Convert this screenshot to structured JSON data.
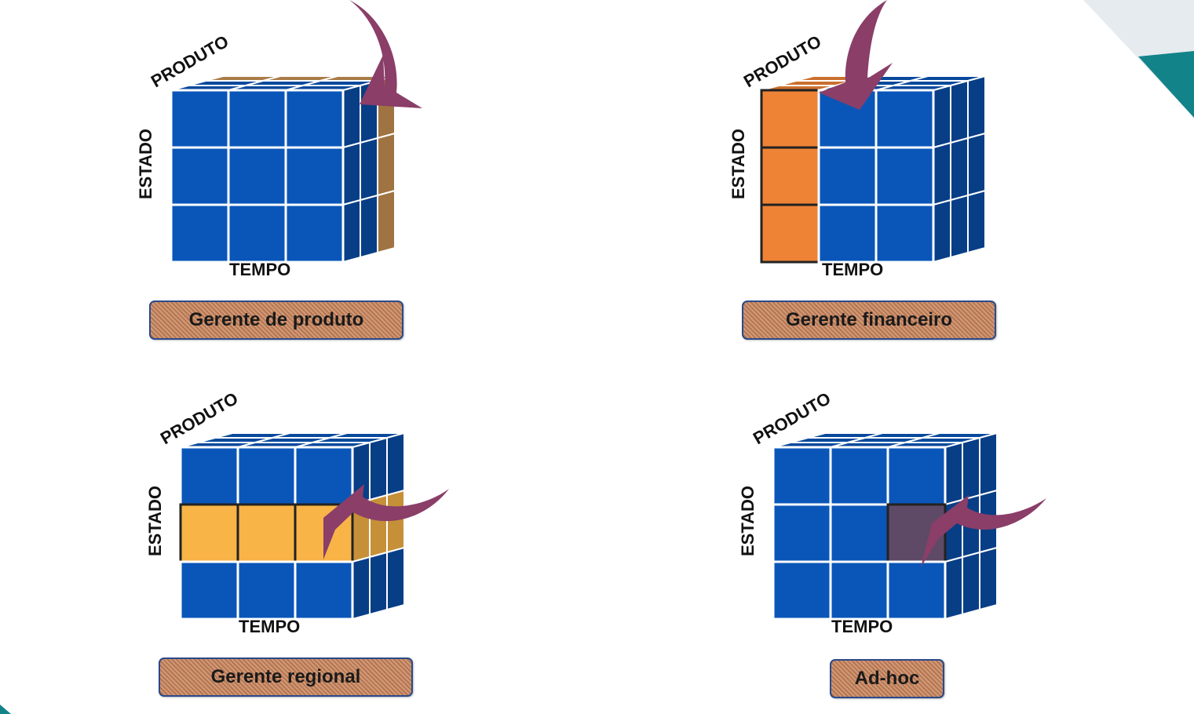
{
  "panels": [
    {
      "id": "product",
      "axes": {
        "vertical": "ESTADO",
        "depth": "PRODUTO",
        "horizontal": "TEMPO"
      },
      "role_label": "Gerente de produto",
      "highlighted_slice": "last-depth-layer"
    },
    {
      "id": "financial",
      "axes": {
        "vertical": "ESTADO",
        "depth": "PRODUTO",
        "horizontal": "TEMPO"
      },
      "role_label": "Gerente financeiro",
      "highlighted_slice": "first-time-column"
    },
    {
      "id": "regional",
      "axes": {
        "vertical": "ESTADO",
        "depth": "PRODUTO",
        "horizontal": "TEMPO"
      },
      "role_label": "Gerente regional",
      "highlighted_slice": "middle-state-row"
    },
    {
      "id": "adhoc",
      "axes": {
        "vertical": "ESTADO",
        "depth": "PRODUTO",
        "horizontal": "TEMPO"
      },
      "role_label": "Ad-hoc",
      "highlighted_slice": "single-cell"
    }
  ],
  "colors": {
    "cube_blue": "#0a56b8",
    "cube_side_blue": "#0a4ea8",
    "product_slice": "#c79152",
    "financial_slice": "#ee8336",
    "regional_slice": "#f8b447",
    "adhoc_cell": "#5e4a66",
    "arrow": "#8a3e68",
    "label_fill": "#c8835a",
    "label_border": "#2a4a8a",
    "corner_teal": "#13838a"
  }
}
